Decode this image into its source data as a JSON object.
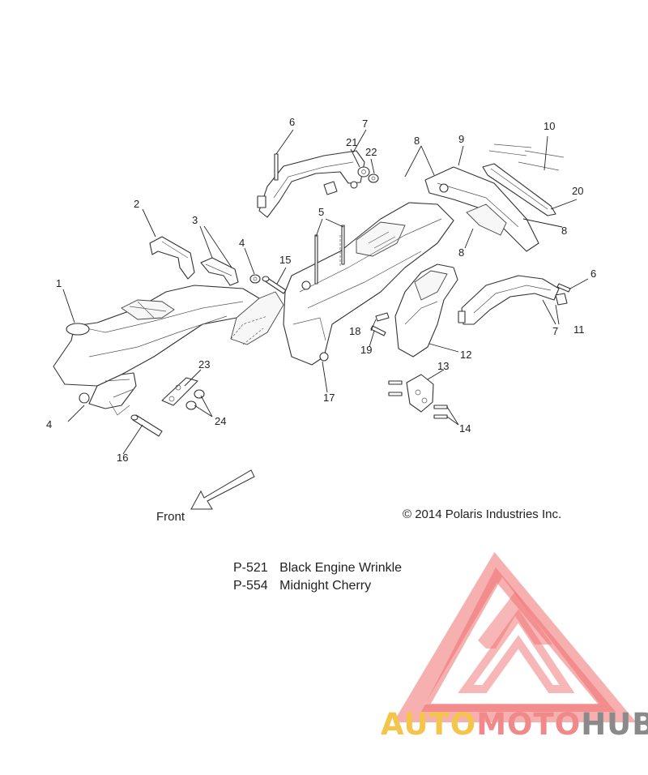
{
  "callouts": {
    "c1": "1",
    "c2": "2",
    "c3": "3",
    "c4a": "4",
    "c4b": "4",
    "c5": "5",
    "c6a": "6",
    "c6b": "6",
    "c7a": "7",
    "c7b": "7",
    "c8a": "8",
    "c8b": "8",
    "c8c": "8",
    "c9": "9",
    "c10": "10",
    "c11": "11",
    "c12": "12",
    "c13": "13",
    "c14": "14",
    "c15": "15",
    "c16": "16",
    "c17": "17",
    "c18": "18",
    "c19": "19",
    "c20": "20",
    "c21": "21",
    "c22": "22",
    "c23": "23",
    "c24": "24"
  },
  "front_label": "Front",
  "copyright": "© 2014 Polaris Industries Inc.",
  "color_codes": [
    {
      "code": "P-521",
      "name": "Black Engine Wrinkle"
    },
    {
      "code": "P-554",
      "name": "Midnight Cherry"
    }
  ],
  "watermark": {
    "text_auto": "AUTO",
    "text_moto": "MOTO",
    "text_hub": "HUB",
    "colors": {
      "auto": "#f5c44a",
      "moto": "#f08a8a",
      "hub": "#8a8a8a",
      "triangle": "#f07070"
    }
  }
}
